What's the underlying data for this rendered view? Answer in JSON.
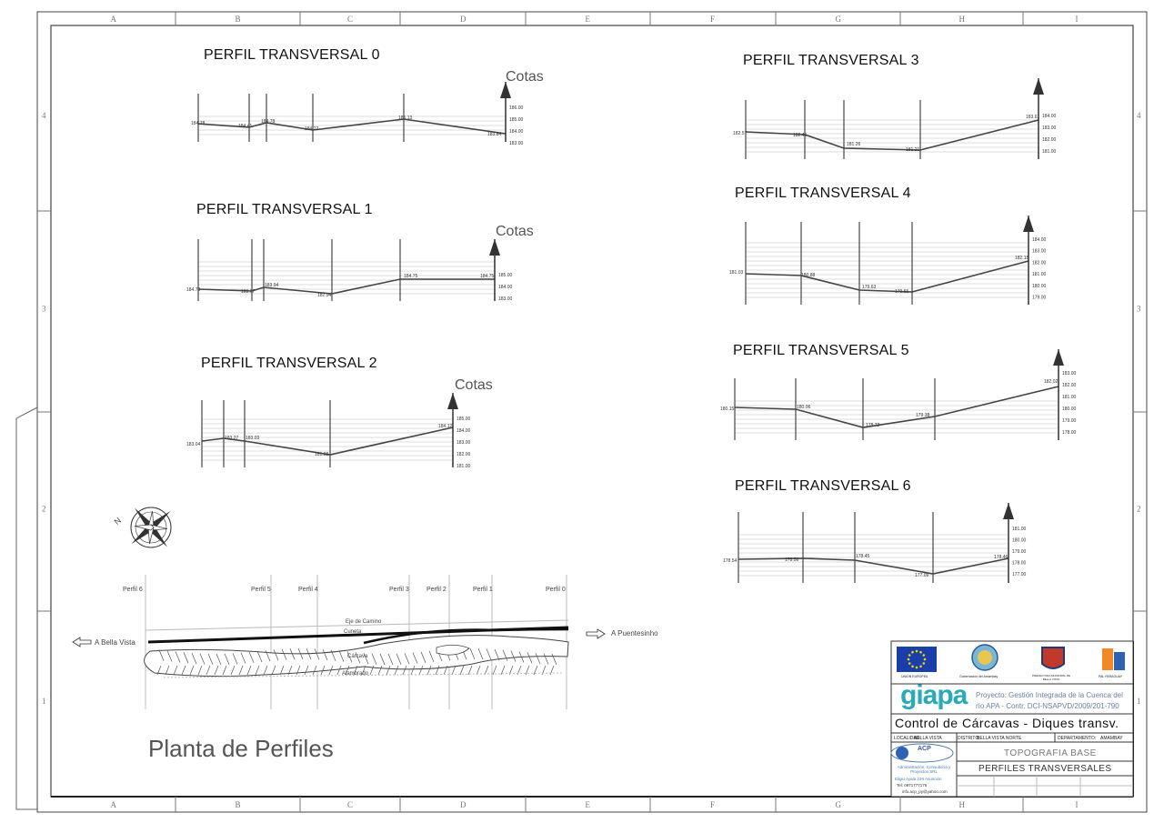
{
  "sheet": {
    "cols": [
      "A",
      "B",
      "C",
      "D",
      "E",
      "F",
      "G",
      "H",
      "I"
    ],
    "rows": [
      "4",
      "3",
      "2",
      "1"
    ]
  },
  "profiles": [
    {
      "id": "p0",
      "title": "PERFIL TRANSVERSAL 0",
      "cotas": "Cotas",
      "points": [
        {
          "v": "184.78"
        },
        {
          "v": "184.41"
        },
        {
          "v": "184.78"
        },
        {
          "v": "184.22"
        },
        {
          "v": "185.13"
        },
        {
          "v": "183.84"
        }
      ],
      "scale": [
        "186.00",
        "185.00",
        "184.00",
        "183.00"
      ]
    },
    {
      "id": "p1",
      "title": "PERFIL TRANSVERSAL 1",
      "cotas": "Cotas",
      "points": [
        {
          "v": "184.78"
        },
        {
          "v": "183.67"
        },
        {
          "v": "183.94"
        },
        {
          "v": "182.94"
        },
        {
          "v": "184.75"
        },
        {
          "v": "184.75"
        }
      ],
      "scale": [
        "185.00",
        "184.00",
        "183.00"
      ]
    },
    {
      "id": "p2",
      "title": "PERFIL TRANSVERSAL 2",
      "cotas": "Cotas",
      "points": [
        {
          "v": "183.04"
        },
        {
          "v": "183.27"
        },
        {
          "v": "183.03"
        },
        {
          "v": "181.68"
        },
        {
          "v": "184.12"
        }
      ],
      "scale": [
        "185.00",
        "184.00",
        "183.00",
        "182.00",
        "181.00"
      ]
    },
    {
      "id": "p3",
      "title": "PERFIL TRANSVERSAL 3",
      "points": [
        {
          "v": "182.57"
        },
        {
          "v": "182.45"
        },
        {
          "v": "181.26"
        },
        {
          "v": "181.21"
        },
        {
          "v": "183.61"
        }
      ],
      "scale": [
        "184.00",
        "183.00",
        "182.00",
        "181.00"
      ]
    },
    {
      "id": "p4",
      "title": "PERFIL TRANSVERSAL 4",
      "points": [
        {
          "v": "181.03"
        },
        {
          "v": "180.88"
        },
        {
          "v": "179.63"
        },
        {
          "v": "179.55"
        },
        {
          "v": "182.18"
        }
      ],
      "scale": [
        "184.00",
        "183.00",
        "182.00",
        "181.00",
        "180.00",
        "179.00"
      ]
    },
    {
      "id": "p5",
      "title": "PERFIL TRANSVERSAL 5",
      "points": [
        {
          "v": "180.15"
        },
        {
          "v": "180.06"
        },
        {
          "v": "178.72"
        },
        {
          "v": "179.38"
        },
        {
          "v": "182.02"
        }
      ],
      "scale": [
        "183.00",
        "182.00",
        "181.00",
        "180.00",
        "179.00",
        "178.00"
      ]
    },
    {
      "id": "p6",
      "title": "PERFIL TRANSVERSAL 6",
      "points": [
        {
          "v": "178.54"
        },
        {
          "v": "178.56"
        },
        {
          "v": "178.45"
        },
        {
          "v": "177.09"
        },
        {
          "v": "178.46"
        }
      ],
      "scale": [
        "181.00",
        "180.00",
        "179.00",
        "178.00",
        "177.00"
      ]
    }
  ],
  "plan": {
    "title": "Planta de Perfiles",
    "perfiles": [
      "Perfil 6",
      "Perfil 5",
      "Perfil 4",
      "Perfil 3",
      "Perfil 2",
      "Perfil 1",
      "Perfil 0"
    ],
    "left_dir": "A Bella Vista",
    "right_dir": "A Puentesinho",
    "eje": "Eje de Camino",
    "cuneta": "Cuneta",
    "carcava": "Cárcava",
    "alambrado": "Alambrado",
    "north": "N"
  },
  "titleblock": {
    "logos": [
      "UNION EUROPEA",
      "Gobernación del Amambay",
      "PREFECTURA MUNICIPAL DE BELLA VISTA",
      "PAL PARAGUAY"
    ],
    "brand": "giapa",
    "project": "Proyecto: Gestión Integrada de la Cuenca del río APA - Contr. DCI-NSAPVD/2009/201-790",
    "main": "Control de Cárcavas - Diques transv.",
    "localidad_label": "LOCALIDAD:",
    "localidad": "BELLA VISTA",
    "distrito_label": "DISTRITO:",
    "distrito": "BELLA VISTA NORTE",
    "depto_label": "DEPARTAMENTO:",
    "depto": "AMAMBAY",
    "acp": "ACP",
    "acp_desc": "Administración, Consultoría y Proyectos SRL",
    "acp_addr": "Eligio Ayala 226 Asunción",
    "acp_tel": "Tel: 0971777176",
    "acp_mail": "info.acp_py@yahoo.com",
    "topo": "TOPOGRAFIA BASE",
    "perfiles": "PERFILES TRANSVERSALES"
  }
}
